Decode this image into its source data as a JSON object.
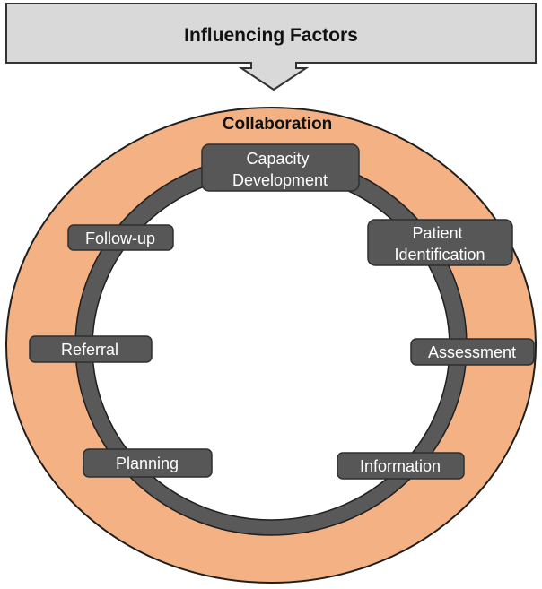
{
  "header": {
    "title": "Influencing Factors"
  },
  "ring": {
    "title": "Collaboration"
  },
  "steps": {
    "capacity_development": {
      "line1": "Capacity",
      "line2": "Development"
    },
    "patient_identification": {
      "line1": "Patient",
      "line2": "Identification"
    },
    "assessment": {
      "label": "Assessment"
    },
    "information": {
      "label": "Information"
    },
    "planning": {
      "label": "Planning"
    },
    "referral": {
      "label": "Referral"
    },
    "follow_up": {
      "label": "Follow-up"
    }
  },
  "colors": {
    "outer_ring": "#f4b183",
    "inner_ring": "#595959",
    "header_fill": "#d9d9d9",
    "step_box": "#575757"
  }
}
